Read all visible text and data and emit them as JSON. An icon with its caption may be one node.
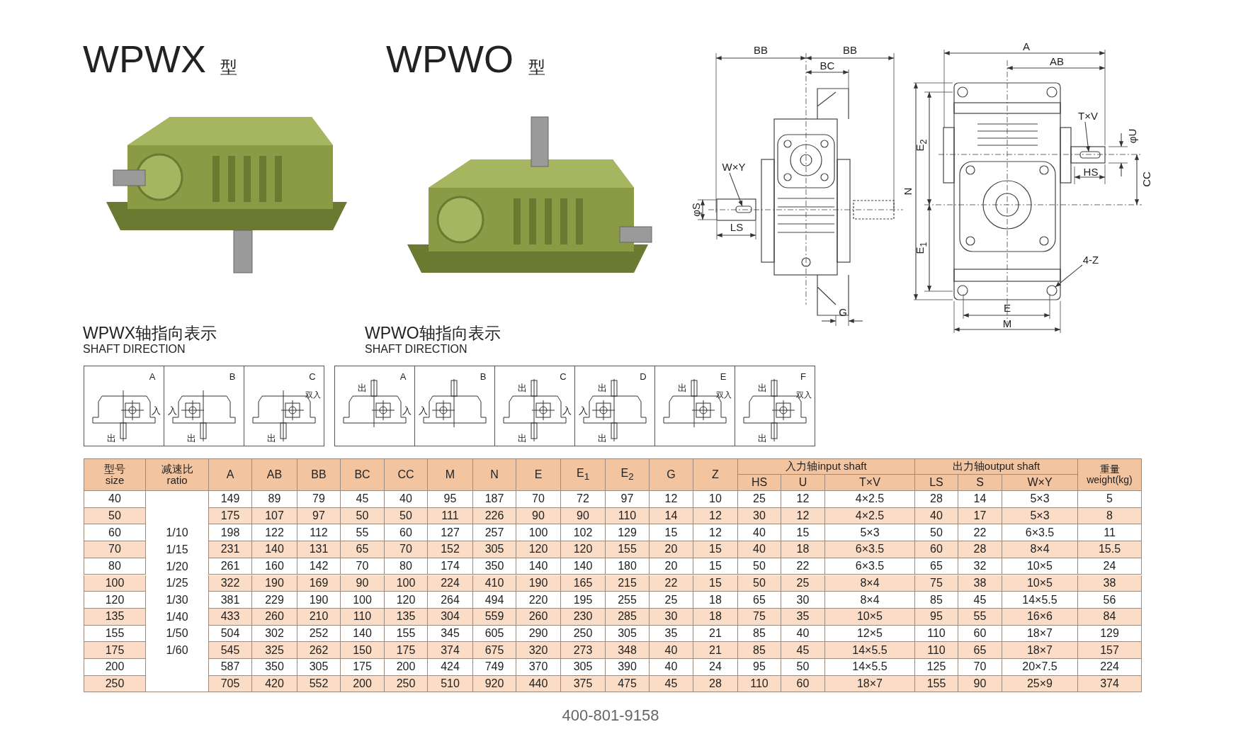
{
  "diagram": {
    "nodes": [
      {
        "text": [
          "W×Y"
        ]
      },
      {
        "text": [
          "T×V"
        ]
      },
      {
        "text": [
          "4-Z"
        ]
      },
      {
        "text": [],
        "shape": "box"
      },
      {
        "text": [],
        "shape": "box"
      },
      {
        "text": [],
        "shape": "circle"
      }
    ],
    "edges": [
      {
        "from": 0,
        "to": 3,
        "arrow": "to"
      },
      {
        "from": 1,
        "to": 4,
        "arrow": "to"
      },
      {
        "from": 2,
        "to": 5,
        "arrow": "to"
      }
    ],
    "labels": [
      "WPWX",
      "型",
      "WPWO",
      "型",
      "BB",
      "BB",
      "BC",
      "φS",
      "LS",
      "G",
      "A",
      "AB",
      "φU",
      "HS",
      "CC",
      "N",
      "E$_{2}$",
      "E$_{1}$",
      "E",
      "M",
      "WPWX轴指向表示",
      "SHAFT DIRECTION",
      "WPWO轴指向表示",
      "SHAFT DIRECTION",
      "A",
      "入",
      "出",
      "B",
      "入",
      "出",
      "C",
      "双入",
      "出",
      "A",
      "出",
      "入",
      "B",
      "入",
      "C",
      "出",
      "入",
      "出",
      "D",
      "出",
      "入",
      "出",
      "E",
      "出",
      "双入",
      "F",
      "出",
      "双入",
      "出",
      "型号 size",
      "减速比 ratio",
      "A",
      "AB",
      "BB",
      "BC",
      "CC",
      "M",
      "N",
      "E",
      "E$_{1}$",
      "E$_{2}$",
      "G",
      "Z",
      "入力轴input shaft",
      "出力轴output shaft",
      "重量 weight(kg)",
      "HS",
      "U",
      "T×V",
      "LS",
      "S",
      "W×Y",
      "40",
      "149",
      "89",
      "79",
      "45",
      "40",
      "95",
      "187",
      "70",
      "72",
      "97",
      "12",
      "10",
      "25",
      "12",
      "4×2.5",
      "28",
      "14",
      "5×3",
      "5",
      "50",
      "175",
      "107",
      "97",
      "50",
      "50",
      "111",
      "226",
      "90",
      "90",
      "110",
      "14",
      "12",
      "30",
      "12",
      "4×2.5",
      "40",
      "17",
      "5×3",
      "8",
      "60",
      "1/10",
      "198",
      "122",
      "112",
      "55",
      "60",
      "127",
      "257",
      "100",
      "102",
      "129",
      "15",
      "12",
      "40",
      "15",
      "5×3",
      "50",
      "22",
      "6×3.5",
      "11",
      "70",
      "1/15",
      "231",
      "140",
      "131",
      "65",
      "70",
      "152",
      "305",
      "120",
      "120",
      "155",
      "20",
      "15",
      "40",
      "18",
      "6×3.5",
      "60",
      "28",
      "8×4",
      "15.5",
      "80",
      "1/20",
      "261",
      "160",
      "142",
      "70",
      "80",
      "174",
      "350",
      "140",
      "140",
      "180",
      "20",
      "15",
      "50",
      "22",
      "6×3.5",
      "65",
      "32",
      "10×5",
      "24",
      "100",
      "1/25",
      "322",
      "190",
      "169",
      "90",
      "100",
      "224",
      "410",
      "190",
      "165",
      "215",
      "22",
      "15",
      "50",
      "25",
      "8×4",
      "75",
      "38",
      "10×5",
      "38",
      "120",
      "1/30",
      "381",
      "229",
      "190",
      "100",
      "120",
      "264",
      "494",
      "220",
      "195",
      "255",
      "25",
      "18",
      "65",
      "30",
      "8×4",
      "85",
      "45",
      "14×5.5",
      "56",
      "135",
      "1/40",
      "433",
      "260",
      "210",
      "110",
      "135",
      "304",
      "559",
      "260",
      "230",
      "285",
      "30",
      "18",
      "75",
      "35",
      "10×5",
      "95",
      "55",
      "16×6",
      "84",
      "155",
      "1/50",
      "504",
      "302",
      "252",
      "140",
      "155",
      "345",
      "605",
      "290",
      "250",
      "305",
      "35",
      "21",
      "85",
      "40",
      "12×5",
      "110",
      "60",
      "18×7",
      "129",
      "175",
      "1/60",
      "545",
      "325",
      "262",
      "150",
      "175",
      "374",
      "675",
      "320",
      "273",
      "348",
      "40",
      "21",
      "85",
      "45",
      "14×5.5",
      "110",
      "65",
      "18×7",
      "157",
      "200",
      "587",
      "350",
      "305",
      "175",
      "200",
      "424",
      "749",
      "370",
      "305",
      "390",
      "40",
      "24",
      "95",
      "50",
      "14×5.5",
      "125",
      "70",
      "20×7.5",
      "224",
      "250",
      "705",
      "420",
      "552",
      "200",
      "250",
      "510",
      "920",
      "440",
      "375",
      "475",
      "45",
      "28",
      "110",
      "60",
      "18×7",
      "155",
      "90",
      "25×9",
      "374",
      "400-801-9158"
    ]
  }
}
